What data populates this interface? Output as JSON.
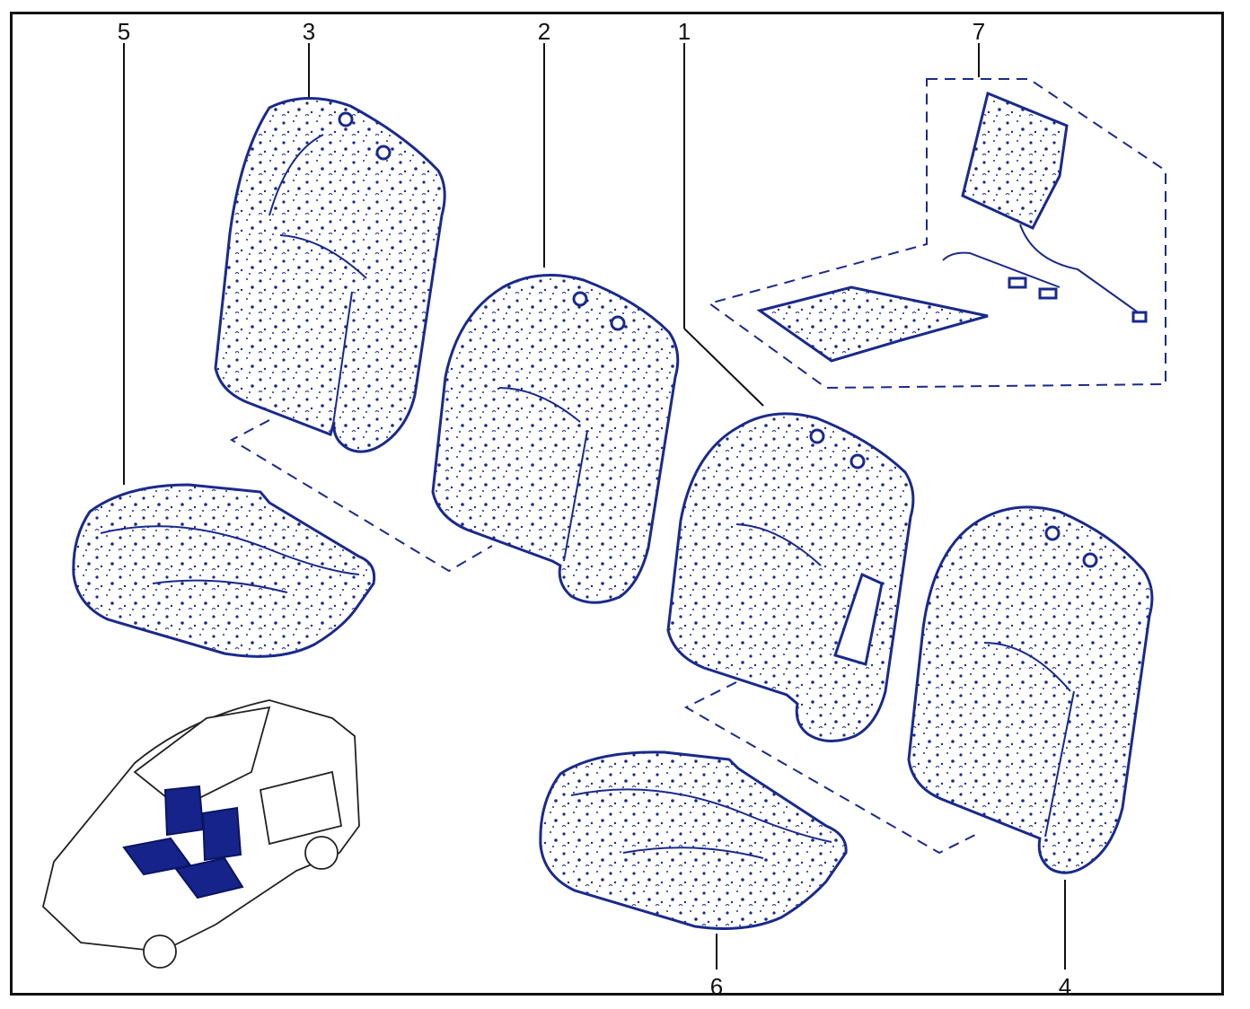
{
  "callouts": {
    "c1": "1",
    "c2": "2",
    "c3": "3",
    "c4": "4",
    "c5": "5",
    "c6": "6",
    "c7": "7"
  },
  "colors": {
    "part_outline": "#1a2a8c",
    "seat_highlight": "#15238a",
    "frame": "#111111"
  },
  "icons": {
    "vehicle": "van-icon"
  }
}
